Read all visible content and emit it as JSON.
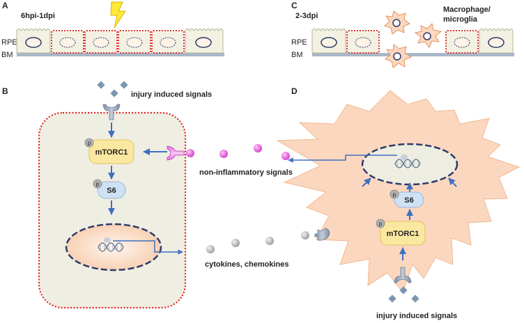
{
  "panels": {
    "a": "A",
    "b": "B",
    "c": "C",
    "d": "D"
  },
  "panel_a": {
    "time": "6hpi-1dpi",
    "rpe": "RPE",
    "bm": "BM"
  },
  "panel_c": {
    "time": "2-3dpi",
    "rpe": "RPE",
    "bm": "BM",
    "cell_type_line1": "Macrophage/",
    "cell_type_line2": "microglia"
  },
  "panel_b": {
    "injury_signals": "injury induced signals",
    "mtorc1": "mTORC1",
    "s6": "S6",
    "p": "p",
    "cytokines": "cytokines, chemokines"
  },
  "panel_d": {
    "non_inflammatory": "non-inflammatory signals",
    "mtorc1": "mTORC1",
    "s6": "S6",
    "p": "p",
    "injury_signals": "injury induced signals"
  },
  "colors": {
    "rpe_cell": "#f2f1e2",
    "rpe_border": "#b5b596",
    "bm": "#a9b7c8",
    "injured_border": "#e02020",
    "nucleus_stroke": "#2d3b6a",
    "macrophage": "#fbd7bf",
    "arrow": "#3e6fc2",
    "mtorc1_fill": "#fbe8a0",
    "s6_fill": "#cfe1f4",
    "magenta": "#e05ad8",
    "gray_signal": "#a8a8a8",
    "diamond": "#7d95b0",
    "lightning": "#ffe838"
  }
}
